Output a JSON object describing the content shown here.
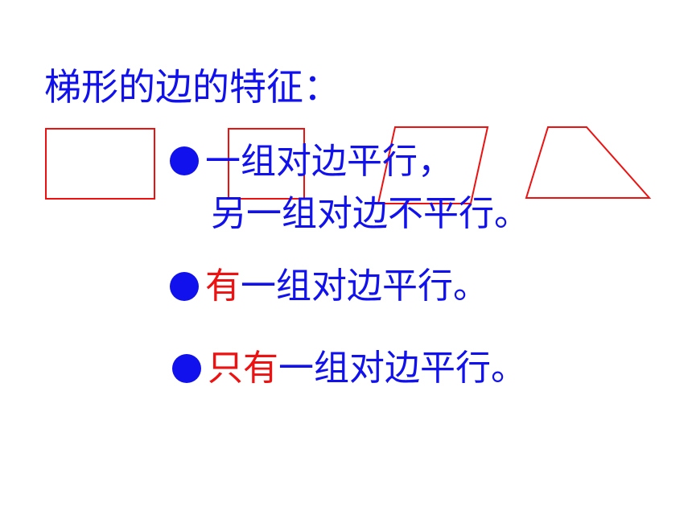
{
  "colors": {
    "text_blue": "#1111ee",
    "emphasis_red": "#ee1111",
    "shape_stroke": "#ee1111",
    "bullet": "#1111ee"
  },
  "title": "梯形的边的特征：",
  "bullets": [
    {
      "icon": "filled-circle",
      "line1": "一组对边平行，",
      "line2": "另一组对边不平行。"
    },
    {
      "icon": "filled-circle",
      "emphasis": "有",
      "rest": "一组对边平行。"
    },
    {
      "icon": "filled-circle",
      "emphasis": "只有",
      "rest": "一组对边平行。"
    }
  ],
  "shapes": [
    "rectangle",
    "square",
    "parallelogram",
    "trapezoid"
  ]
}
